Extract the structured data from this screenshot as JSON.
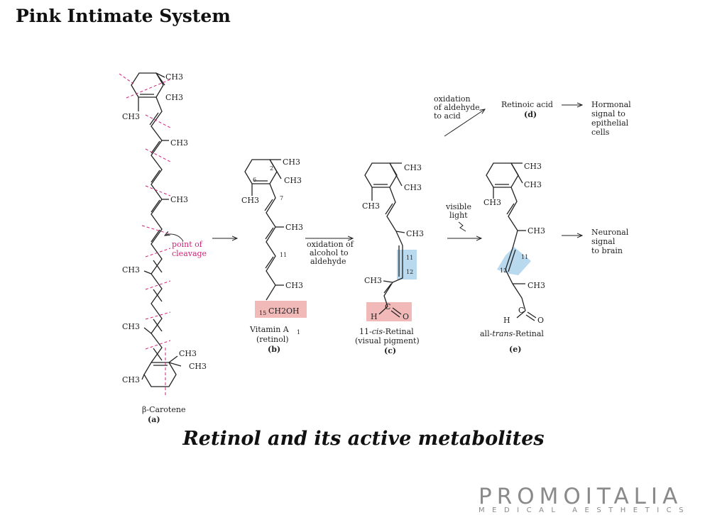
{
  "slide": {
    "title": "Pink Intimate System",
    "caption": "Retinol and its active metabolites"
  },
  "logo": {
    "main": "PROMOITALIA",
    "sub": "MEDICAL AESTHETICS"
  },
  "diagram": {
    "groups": {
      "ch3": "CH3",
      "ch2oh": "CH2OH",
      "h": "H",
      "c": "C",
      "o": "O"
    },
    "atom_numbers": {
      "n2": "2",
      "n6": "6",
      "n7": "7",
      "n11": "11",
      "n12": "12",
      "n15": "15"
    },
    "point_of_cleavage": [
      "point of",
      "cleavage"
    ],
    "beta_carotene": {
      "name": "β-Carotene",
      "letter": "(a)"
    },
    "vitamin_a": {
      "name": "Vitamin A",
      "subscript": "1",
      "alt": "(retinol)",
      "letter": "(b)"
    },
    "cis_retinal": {
      "name_prefix": "11-",
      "name_italic": "cis",
      "name_suffix": "-Retinal",
      "alt": "(visual pigment)",
      "letter": "(c)"
    },
    "trans_retinal": {
      "name_prefix": "all-",
      "name_italic": "trans",
      "name_suffix": "-Retinal",
      "letter": "(e)"
    },
    "retinoic_acid": {
      "name": "Retinoic acid",
      "letter": "(d)"
    },
    "step_oxidation_alcohol": [
      "oxidation of",
      "alcohol to",
      "aldehyde"
    ],
    "step_oxidation_aldehyde": [
      "oxidation",
      "of aldehyde",
      "to acid"
    ],
    "step_visible_light": [
      "visible",
      "light"
    ],
    "hormonal_signal": [
      "Hormonal",
      "signal to",
      "epithelial",
      "cells"
    ],
    "neuronal_signal": [
      "Neuronal",
      "signal",
      "to brain"
    ]
  },
  "colors": {
    "highlight_red": "#f2b9b9",
    "highlight_blue": "#b9d9ef",
    "cleavage_magenta": "#d0217a",
    "logo_grey": "#8a8a8a"
  }
}
